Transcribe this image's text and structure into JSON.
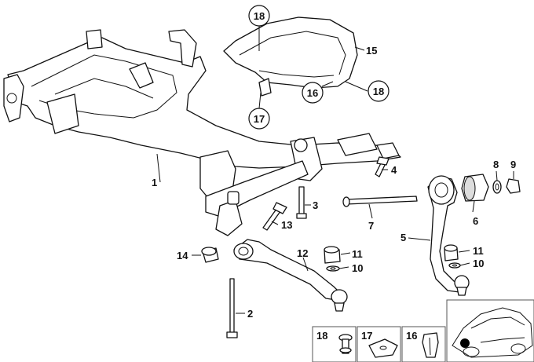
{
  "callouts": {
    "c1": "1",
    "c2": "2",
    "c3": "3",
    "c4": "4",
    "c5": "5",
    "c6": "6",
    "c7": "7",
    "c8": "8",
    "c9": "9",
    "c10a": "10",
    "c10b": "10",
    "c11a": "11",
    "c11b": "11",
    "c12": "12",
    "c13": "13",
    "c14": "14",
    "c15": "15",
    "c16": "16",
    "c17": "17",
    "c18a": "18",
    "c18b": "18"
  },
  "legend": {
    "b18": "18",
    "b17": "17",
    "b16": "16"
  }
}
